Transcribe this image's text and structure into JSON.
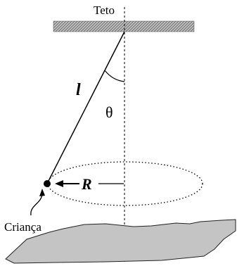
{
  "labels": {
    "ceiling": "Teto",
    "string_length": "l",
    "angle": "θ",
    "radius": "R",
    "child": "Criança"
  }
}
